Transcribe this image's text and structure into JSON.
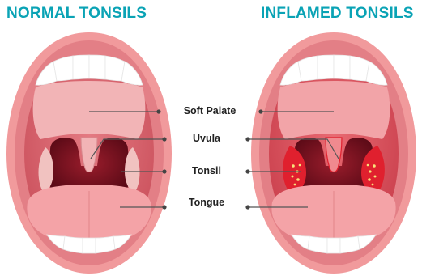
{
  "titles": {
    "normal": "NORMAL TONSILS",
    "inflamed": "INFLAMED TONSILS"
  },
  "labels": {
    "soft_palate": "Soft Palate",
    "uvula": "Uvula",
    "tonsil": "Tonsil",
    "tongue": "Tongue"
  },
  "colors": {
    "title": "#0aa3b5",
    "lip": "#f19a9c",
    "lip_dark": "#e37f86",
    "mouth_inner": "#d9656f",
    "throat": "#7a1020",
    "palate": "#f2b4b6",
    "tongue": "#f4a3a7",
    "teeth": "#ffffff",
    "inflamed_spot": "#f7e27a",
    "inflamed_red": "#e0202e",
    "leader": "#555555"
  }
}
